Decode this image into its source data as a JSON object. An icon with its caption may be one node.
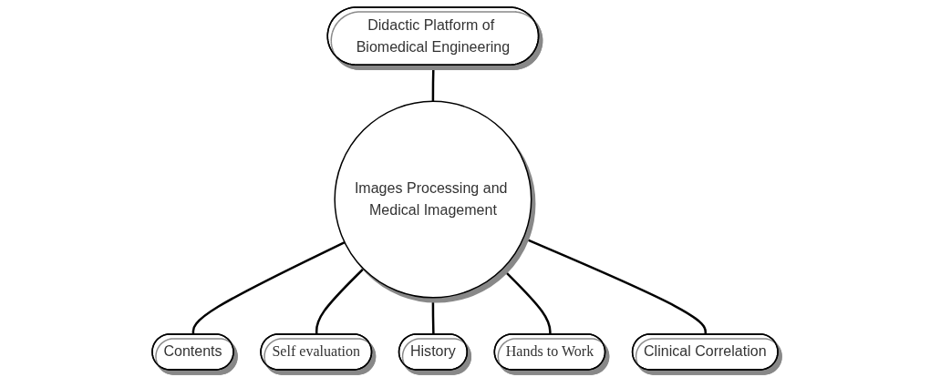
{
  "diagram": {
    "nodes": [
      {
        "text": [
          "Didactic Platform of Biomedical Engineering"
        ]
      },
      {
        "text": [
          "Images Processing and Medical Imagement"
        ]
      },
      {
        "text": [
          "Contents"
        ]
      },
      {
        "text": [
          "Self evaluation"
        ]
      },
      {
        "text": [
          "History"
        ]
      },
      {
        "text": [
          "Hands to Work"
        ]
      },
      {
        "text": [
          "Clinical Correlation"
        ]
      }
    ],
    "edges": [
      {
        "from": 0,
        "to": 1,
        "arrow": "none"
      },
      {
        "from": 1,
        "to": 2,
        "arrow": "none"
      },
      {
        "from": 1,
        "to": 3,
        "arrow": "none"
      },
      {
        "from": 1,
        "to": 4,
        "arrow": "none"
      },
      {
        "from": 1,
        "to": 5,
        "arrow": "none"
      },
      {
        "from": 1,
        "to": 6,
        "arrow": "none"
      }
    ]
  }
}
